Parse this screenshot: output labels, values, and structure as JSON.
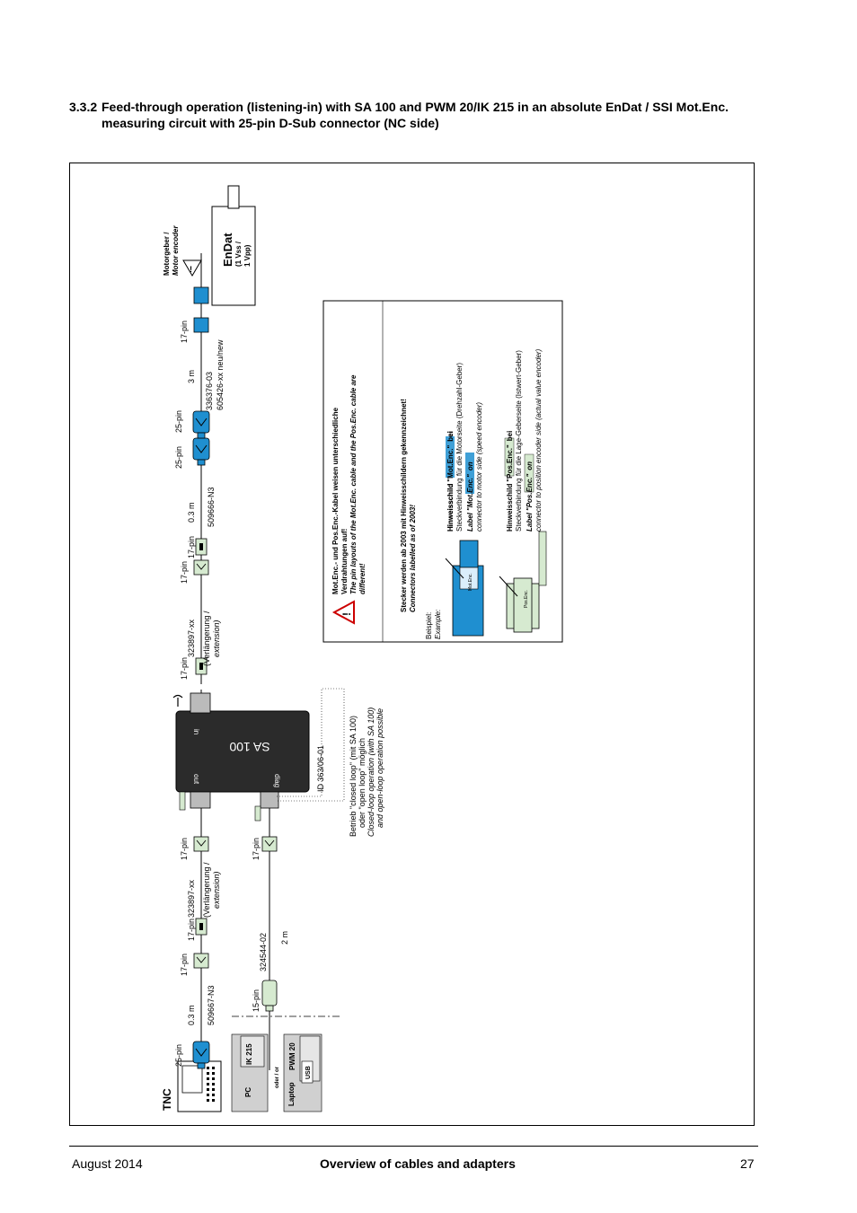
{
  "section": {
    "number": "3.3.2",
    "title_line1": "Feed-through operation (listening-in) with SA 100 and PWM 20/IK 215 in an absolute EnDat / SSI Mot.Enc.",
    "title_line2": "measuring circuit with 25-pin D-Sub connector (NC side)"
  },
  "diagram": {
    "tnc": "TNC",
    "pin25": "25-pin",
    "pin17": "17-pin",
    "pin15": "15-pin",
    "cable_509667": "509667-N3",
    "len_03m": "0.3 m",
    "cable_323897": "323897-xx",
    "extension_de": "(Verlängerung /",
    "extension_en": "extension)",
    "cable_324544": "324544-02",
    "len_2m": "2 m",
    "cable_509666": "509666-N3",
    "cable_336376": "336376-03",
    "len_3m": "3 m",
    "cable_605426": "605426-xx neu/new",
    "sa100_label": "SA 100",
    "sa100_in": "in",
    "sa100_out": "out",
    "sa100_diag": "diag",
    "sa100_id": "ID 363/06-01",
    "loop_de1": "Betrieb \"closed loop\" (mit SA 100)",
    "loop_de2": "oder \"open loop\" möglich",
    "loop_en1": "Closed-loop operation (with SA 100)",
    "loop_en2": "and open-loop operation possible",
    "pc": "PC",
    "ik215": "IK 215",
    "oder_or": "oder / or",
    "laptop": "Laptop",
    "pwm20": "PWM 20",
    "usb": "USB",
    "motorgeber": "Motorgeber /",
    "motor_encoder": "Motor encoder",
    "endat": "EnDat",
    "endat_sub1": "(1 Vss /",
    "endat_sub2": "1 Vpp)",
    "warn_l1": "Mot.Enc.- und Pos.Enc.-Kabel weisen unterschiedliche",
    "warn_l2": "Verdrahtungen auf!",
    "warn_l3": "The pin layouts of the Mot.Enc. cable and the Pos.Enc. cable are",
    "warn_l4": "different!",
    "note_de": "Stecker werden ab 2003 mit Hinweisschildern gekennzeichnet!",
    "note_en": "Connectors labelled as of 2003!",
    "beispiel": "Beispiel:",
    "example": "Example:",
    "hinweis": "Hinweisschild",
    "bei": "bei",
    "mot_enc_q": "\"Mot.Enc.\"",
    "mot_de": "Steckverbindung für die Motorseite (Drehzahl-Geber)",
    "label_en": "Label",
    "on_en": "on",
    "mot_en": "connector to motor side (speed encoder)",
    "pos_enc_q": "\"Pos.Enc.\"",
    "pos_de": "Steckverbindung für die Lage-Geberseite (Istwert-Geber)",
    "pos_en": "connector to position encoder side (actual value encoder)",
    "tag_mot": "Mot.Enc.",
    "tag_pos": "Pos.Enc."
  },
  "footer": {
    "date": "August 2014",
    "title": "Overview of cables and adapters",
    "page": "27"
  },
  "colors": {
    "blue": "#1f8fd0",
    "green": "#d6ead0",
    "gray": "#d0d0d0"
  }
}
